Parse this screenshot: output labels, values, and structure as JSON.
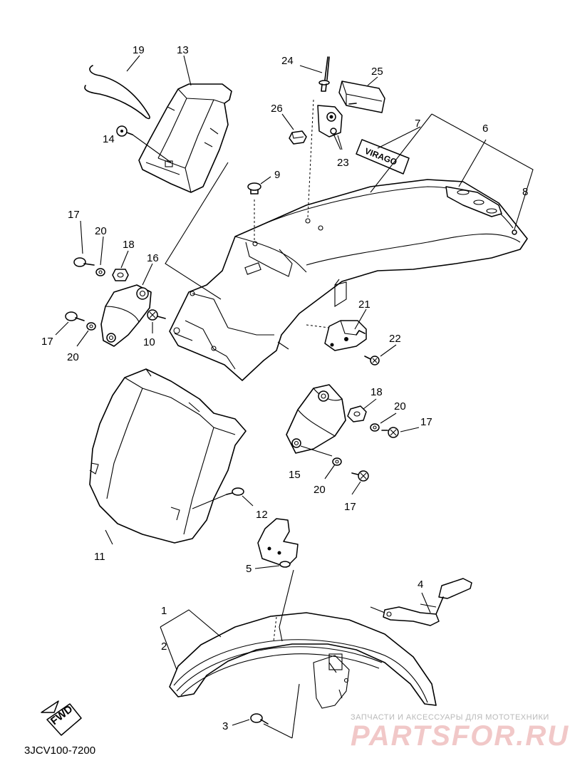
{
  "diagram_code": "3JCV100-7200",
  "fwd_label": "FWD",
  "watermark": {
    "subtitle": "ЗАПЧАСТИ И АКСЕССУАРЫ ДЛЯ МОТОТЕХНИКИ",
    "brand": "PARTSFOR.RU"
  },
  "callouts": {
    "c1": "1",
    "c2": "2",
    "c3": "3",
    "c4": "4",
    "c5": "5",
    "c6": "6",
    "c7": "7",
    "c8": "8",
    "c9": "9",
    "c10": "10",
    "c11": "11",
    "c12": "12",
    "c13": "13",
    "c14": "14",
    "c15": "15",
    "c16": "16",
    "c17a": "17",
    "c17b": "17",
    "c17c": "17",
    "c17d": "17",
    "c18a": "18",
    "c18b": "18",
    "c19": "19",
    "c20a": "20",
    "c20b": "20",
    "c20c": "20",
    "c20d": "20",
    "c21": "21",
    "c22": "22",
    "c23": "23",
    "c24": "24",
    "c25": "25",
    "c26": "26"
  }
}
